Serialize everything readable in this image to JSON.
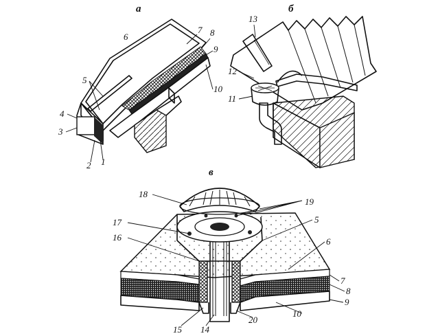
{
  "panels": {
    "a": "a",
    "b": "б",
    "c": "в"
  },
  "labels_a": [
    "1",
    "2",
    "3",
    "4",
    "5",
    "6",
    "7",
    "8",
    "9",
    "10"
  ],
  "labels_b": [
    "11",
    "12",
    "13"
  ],
  "labels_c": [
    "5",
    "6",
    "7",
    "8",
    "9",
    "10",
    "14",
    "15",
    "16",
    "17",
    "18",
    "19",
    "20"
  ]
}
